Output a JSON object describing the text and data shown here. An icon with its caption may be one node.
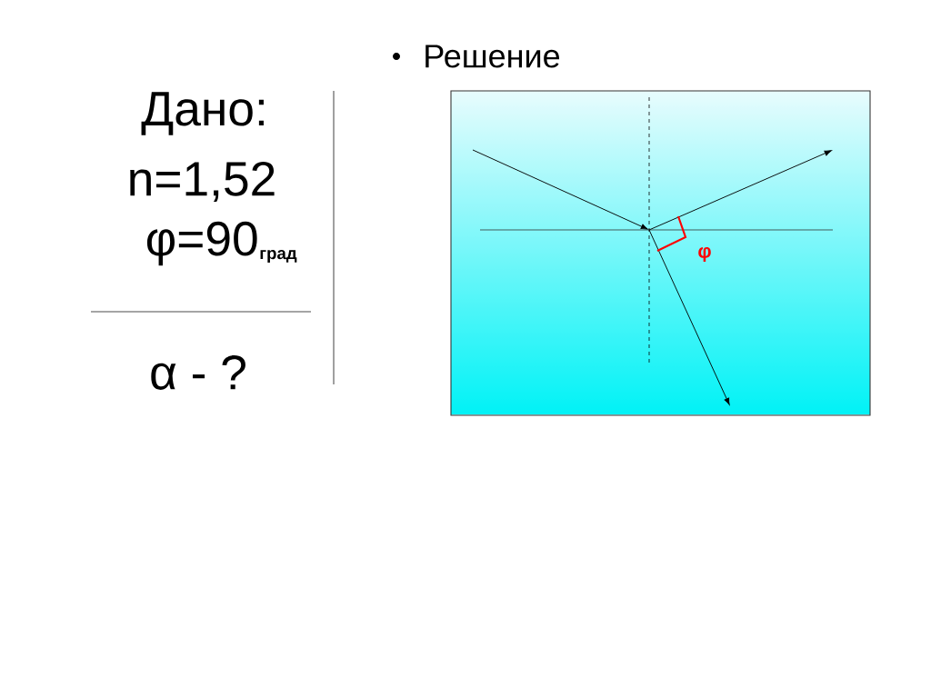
{
  "diagram": {
    "labels": [
      "Решение",
      "Дано:",
      "n=1,52",
      "φ=90",
      "град",
      "α - ?",
      "φ"
    ]
  }
}
